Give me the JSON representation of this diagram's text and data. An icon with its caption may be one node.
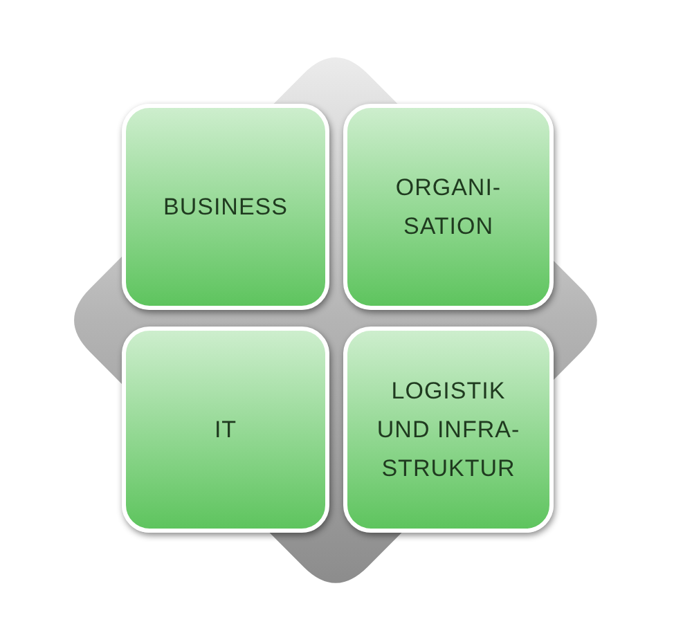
{
  "diagram": {
    "nodes": [
      {
        "text": [],
        "shape": "diamond"
      },
      {
        "text": [
          "BUSINESS"
        ],
        "in": 0
      },
      {
        "text": [
          "ORGANI- SATION"
        ],
        "in": 0
      },
      {
        "text": [
          "IT"
        ],
        "in": 0
      },
      {
        "text": [
          "LOGISTIK UND INFRA- STRUKTUR"
        ],
        "in": 0
      }
    ]
  }
}
